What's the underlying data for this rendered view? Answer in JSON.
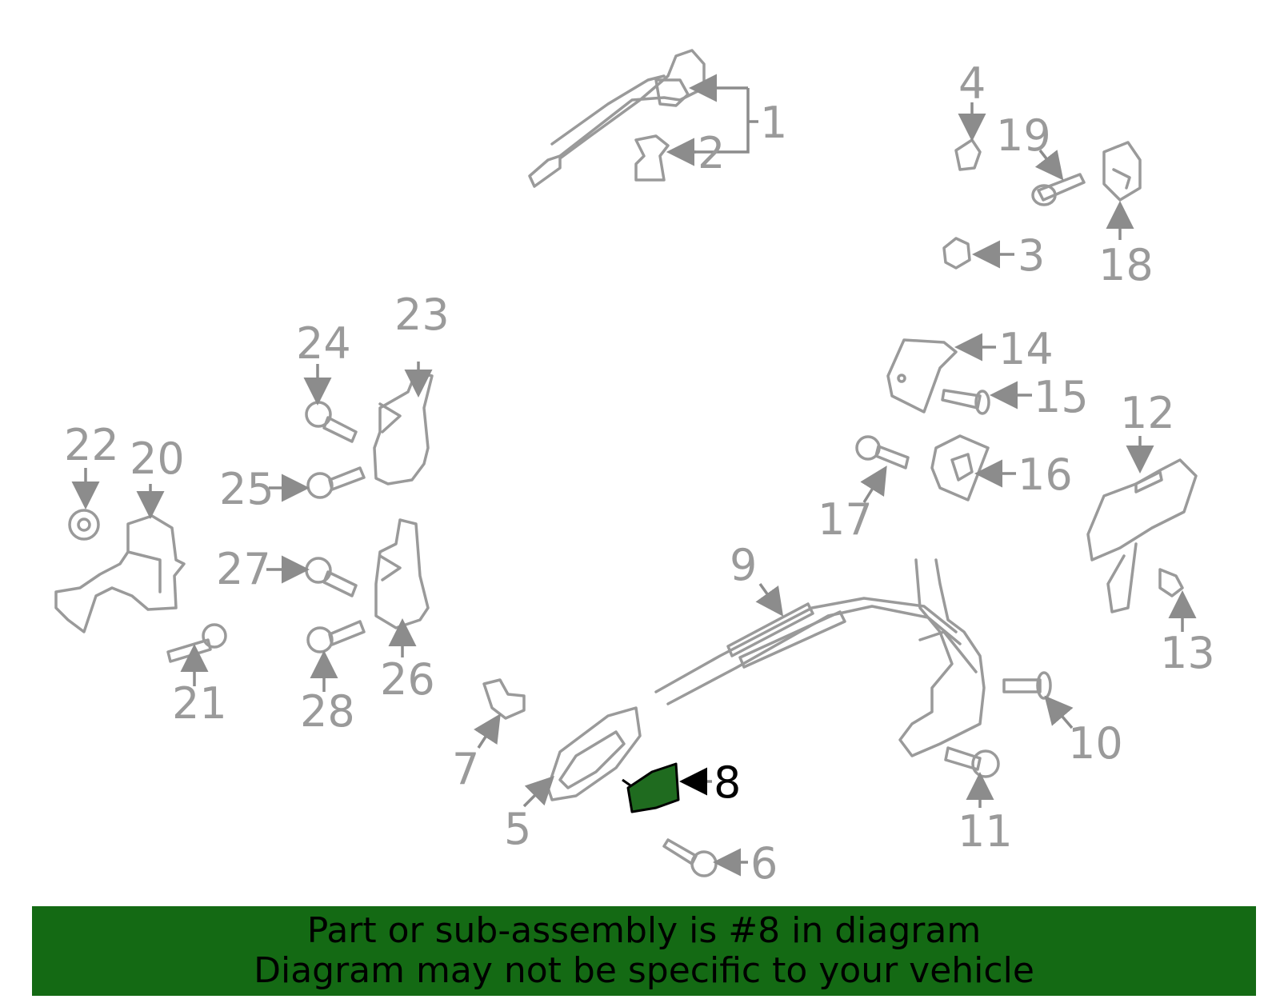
{
  "labels": {
    "p1": "1",
    "p2": "2",
    "p3": "3",
    "p4": "4",
    "p5": "5",
    "p6": "6",
    "p7": "7",
    "p8": "8",
    "p9": "9",
    "p10": "10",
    "p11": "11",
    "p12": "12",
    "p13": "13",
    "p14": "14",
    "p15": "15",
    "p16": "16",
    "p17": "17",
    "p18": "18",
    "p19": "19",
    "p20": "20",
    "p21": "21",
    "p22": "22",
    "p23": "23",
    "p24": "24",
    "p25": "25",
    "p26": "26",
    "p27": "27",
    "p28": "28"
  },
  "highlight": {
    "part": "8",
    "color": "#1f6b1f"
  },
  "banner": {
    "line1": "Part or sub-assembly is #8 in diagram",
    "line2": "Diagram may not be specific to your vehicle",
    "color": "#146a14"
  }
}
